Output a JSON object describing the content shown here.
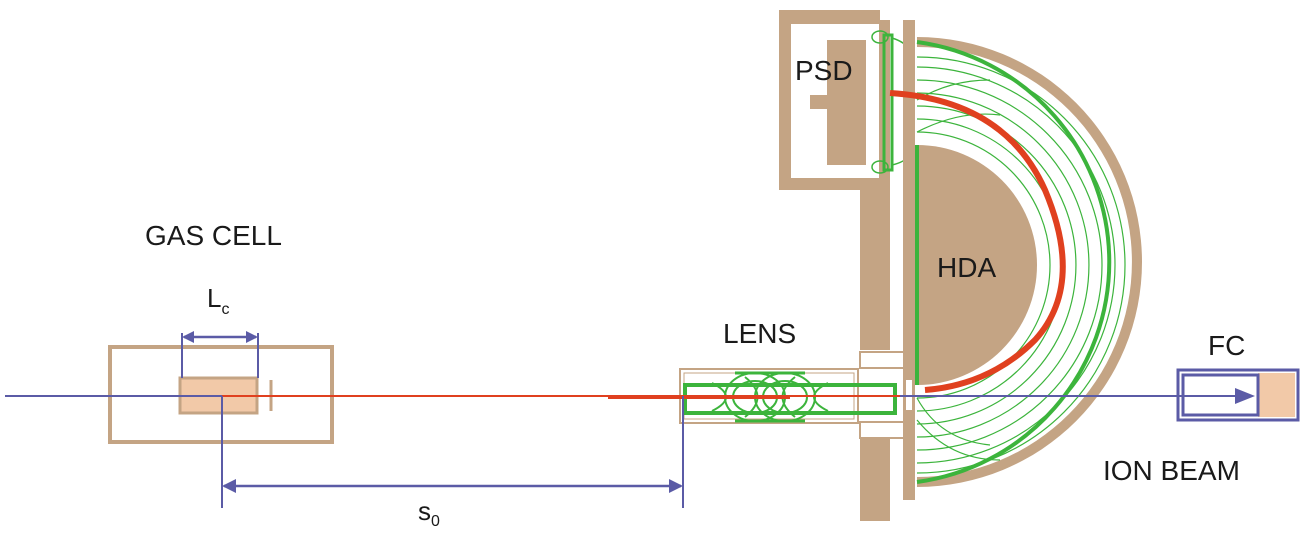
{
  "labels": {
    "gas_cell": "GAS CELL",
    "lc_main": "L",
    "lc_sub": "c",
    "s0_main": "s",
    "s0_sub": "0",
    "lens": "LENS",
    "psd": "PSD",
    "hda": "HDA",
    "fc": "FC",
    "ion_beam": "ION BEAM"
  },
  "colors": {
    "chamber": "#c4a484",
    "beam": "#5b5ba6",
    "trajectory": "#e0401f",
    "field_lines": "#3cb43c",
    "cell_insert": "#f2c9a8"
  }
}
